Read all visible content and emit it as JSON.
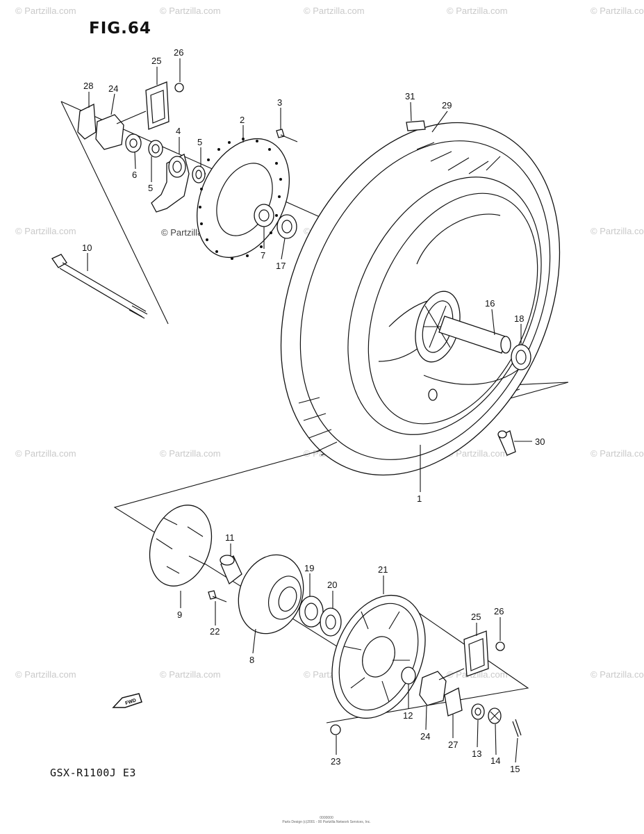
{
  "figure": {
    "title": "FIG.64",
    "model": "GSX-R1100J  E3"
  },
  "watermark": {
    "text": "© Partzilla.com",
    "overlay_text": "© Partzilla.com"
  },
  "footer": {
    "line1": "0000000",
    "line2": "Parts Design (c)2001 - 00 Partzilla Network Services, Inc."
  },
  "fwd_label": "FWD",
  "callouts": [
    {
      "id": "c1",
      "label": "1"
    },
    {
      "id": "c2",
      "label": "2"
    },
    {
      "id": "c3",
      "label": "3"
    },
    {
      "id": "c4",
      "label": "4"
    },
    {
      "id": "c5a",
      "label": "5"
    },
    {
      "id": "c5b",
      "label": "5"
    },
    {
      "id": "c6",
      "label": "6"
    },
    {
      "id": "c7",
      "label": "7"
    },
    {
      "id": "c8",
      "label": "8"
    },
    {
      "id": "c9",
      "label": "9"
    },
    {
      "id": "c10",
      "label": "10"
    },
    {
      "id": "c11",
      "label": "11"
    },
    {
      "id": "c12",
      "label": "12"
    },
    {
      "id": "c13",
      "label": "13"
    },
    {
      "id": "c14",
      "label": "14"
    },
    {
      "id": "c15",
      "label": "15"
    },
    {
      "id": "c16",
      "label": "16"
    },
    {
      "id": "c17",
      "label": "17"
    },
    {
      "id": "c18",
      "label": "18"
    },
    {
      "id": "c19",
      "label": "19"
    },
    {
      "id": "c20",
      "label": "20"
    },
    {
      "id": "c21",
      "label": "21"
    },
    {
      "id": "c22",
      "label": "22"
    },
    {
      "id": "c23",
      "label": "23"
    },
    {
      "id": "c24a",
      "label": "24"
    },
    {
      "id": "c24b",
      "label": "24"
    },
    {
      "id": "c25a",
      "label": "25"
    },
    {
      "id": "c25b",
      "label": "25"
    },
    {
      "id": "c26a",
      "label": "26"
    },
    {
      "id": "c26b",
      "label": "26"
    },
    {
      "id": "c27",
      "label": "27"
    },
    {
      "id": "c28",
      "label": "28"
    },
    {
      "id": "c29",
      "label": "29"
    },
    {
      "id": "c30",
      "label": "30"
    },
    {
      "id": "c31",
      "label": "31"
    }
  ]
}
